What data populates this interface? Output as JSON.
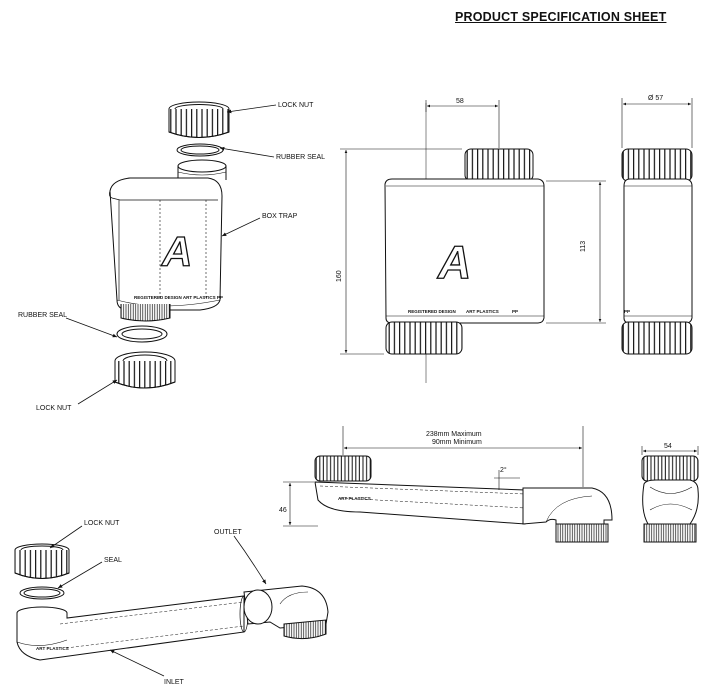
{
  "sheet_title": "PRODUCT SPECIFICATION SHEET",
  "exploded_view": {
    "labels": {
      "lock_nut_top": "LOCK NUT",
      "rubber_seal_top": "RUBBER SEAL",
      "box_trap": "BOX TRAP",
      "rubber_seal_bottom": "RUBBER SEAL",
      "lock_nut_bottom": "LOCK NUT"
    },
    "body_text": "REGISTERED DESIGN   ART PLASTICS   PP",
    "logo_letter": "A"
  },
  "front_view": {
    "dim_width": "58",
    "dim_height_overall": "160",
    "dim_height_body": "113",
    "body_text": {
      "registered": "REGISTERED DESIGN",
      "brand": "ART PLASTICS",
      "material": "PP"
    },
    "logo_letter": "A"
  },
  "side_view": {
    "dim_diameter": "Ø 57",
    "material": "PP"
  },
  "pipe_view": {
    "dim_max": "238mm Maximum",
    "dim_min": "90mm Minimum",
    "dim_angle": "2°",
    "dim_height": "46"
  },
  "pipe_end_view": {
    "dim_width": "54"
  },
  "pipe_exploded": {
    "labels": {
      "lock_nut": "LOCK NUT",
      "seal": "SEAL",
      "outlet": "OUTLET",
      "inlet": "INLET"
    }
  }
}
